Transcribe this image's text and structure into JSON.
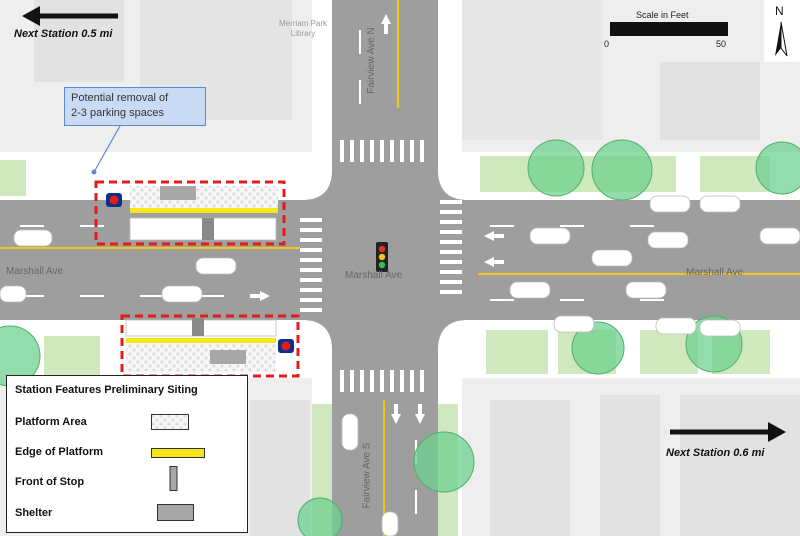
{
  "map": {
    "street_horizontal": "Marshall Ave",
    "street_vertical_north": "Fairview Ave N",
    "street_vertical_south": "Fairview Ave S",
    "landmark": "Merriam Park Library"
  },
  "navigation": {
    "left_label": "Next Station 0.5 mi",
    "right_label": "Next Station 0.6 mi"
  },
  "callout": {
    "text_line1": "Potential removal of",
    "text_line2": "2-3 parking spaces"
  },
  "scale_bar": {
    "title": "Scale in Feet",
    "start": "0",
    "end": "50"
  },
  "north_arrow": {
    "label": "N"
  },
  "legend": {
    "title": "Station Features Preliminary Siting",
    "items": [
      {
        "label": "Platform Area",
        "symbol": "platform-hatch"
      },
      {
        "label": "Edge of Platform",
        "symbol": "yellow-bar"
      },
      {
        "label": "Front of Stop",
        "symbol": "grey-post"
      },
      {
        "label": "Shelter",
        "symbol": "grey-box"
      }
    ]
  },
  "colors": {
    "road": "#9e9e9e",
    "sidewalk": "#ffffff",
    "grass": "#cfe8bd",
    "tree": "#66cc88",
    "building": "#e6e6e6",
    "platform_outline": "#e31b1b",
    "platform_edge": "#f5e71a",
    "center_line": "#f2c61d",
    "metro_badge": "#0b2f8a"
  }
}
